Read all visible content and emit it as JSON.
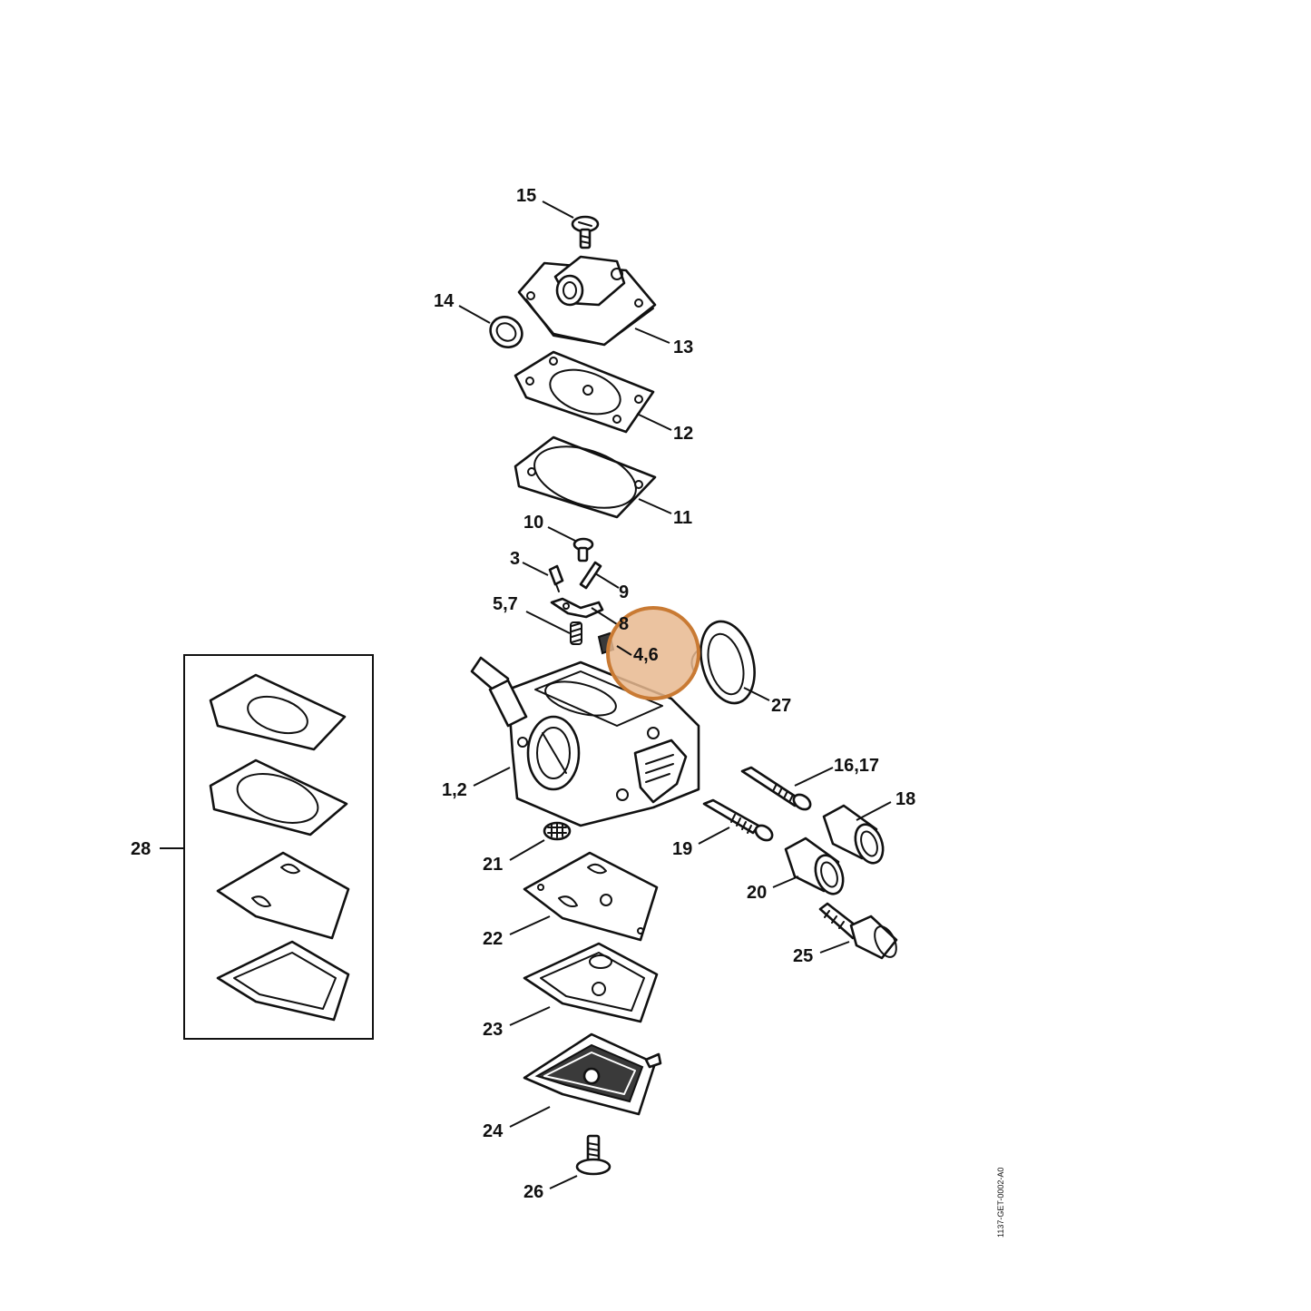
{
  "highlight": {
    "label": "4,6",
    "fill": "#e8b98f",
    "stroke": "#c97a33"
  },
  "drawing_code": "1137-GET-0002-A0",
  "callouts": {
    "c15": "15",
    "c14": "14",
    "c13": "13",
    "c12": "12",
    "c11": "11",
    "c10": "10",
    "c3": "3",
    "c9": "9",
    "c57": "5,7",
    "c8": "8",
    "c27": "27",
    "c12b": "1,2",
    "c1617": "16,17",
    "c18": "18",
    "c19": "19",
    "c21": "21",
    "c20": "20",
    "c22": "22",
    "c25": "25",
    "c23": "23",
    "c24": "24",
    "c26": "26",
    "c28": "28"
  }
}
